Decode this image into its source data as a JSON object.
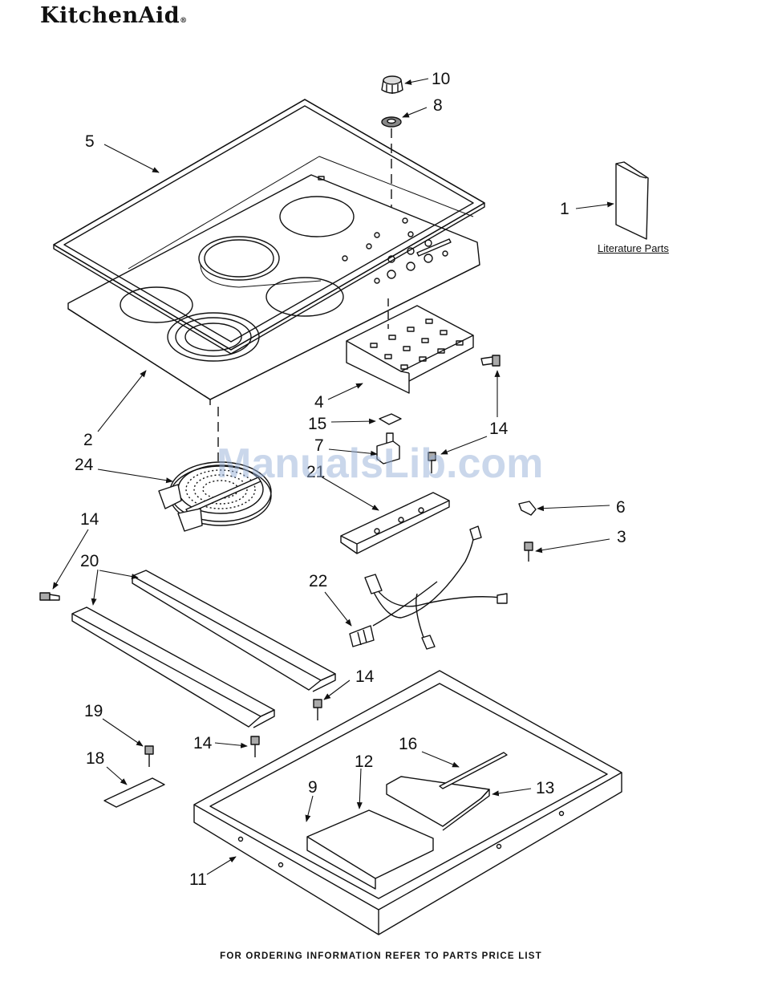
{
  "header": {
    "brand": "KitchenAid",
    "reg_mark": "®"
  },
  "watermark": "ManualsLib.com",
  "literature_label": "Literature Parts",
  "callouts": {
    "c10": "10",
    "c8": "8",
    "c5": "5",
    "c1": "1",
    "c4": "4",
    "c2": "2",
    "c15": "15",
    "c7": "7",
    "c14a": "14",
    "c24": "24",
    "c21": "21",
    "c6": "6",
    "c3": "3",
    "c14b": "14",
    "c20": "20",
    "c22": "22",
    "c14c": "14",
    "c19": "19",
    "c14d": "14",
    "c16": "16",
    "c18": "18",
    "c12": "12",
    "c13": "13",
    "c9": "9",
    "c11": "11"
  },
  "footer": "FOR ORDERING INFORMATION REFER TO PARTS PRICE LIST",
  "colors": {
    "line": "#111111",
    "watermark": "#96afd7"
  }
}
